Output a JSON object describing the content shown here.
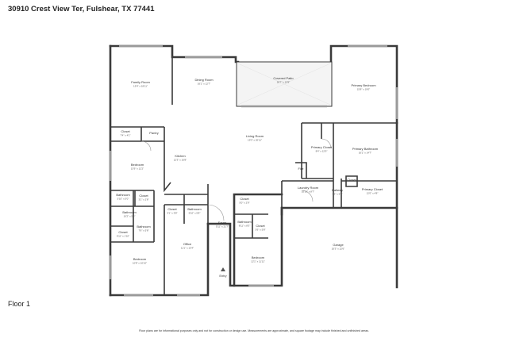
{
  "header": {
    "address": "30910 Crest View Ter, Fulshear, TX 77441"
  },
  "floor": {
    "label": "Floor 1"
  },
  "disclaimer": "Floor plans are for informational purposes only and not for construction or design use. Measurements are approximate, and square footage may include finished and unfinished areas.",
  "rooms": [
    {
      "key": "family-room",
      "name": "Family Room",
      "dims": "15'4\" x 18'11\""
    },
    {
      "key": "dining-room",
      "name": "Dining Room",
      "dims": "16'1\" x 12'7\""
    },
    {
      "key": "covered-patio",
      "name": "Covered Patio",
      "dims": "26'7\" x 13'9\""
    },
    {
      "key": "primary-bedroom",
      "name": "Primary Bedroom",
      "dims": "15'8\" x 19'0\""
    },
    {
      "key": "closet-1",
      "name": "Closet",
      "dims": "7'4\" x 4'1\""
    },
    {
      "key": "pantry",
      "name": "Pantry",
      "dims": ""
    },
    {
      "key": "living-room",
      "name": "Living Room",
      "dims": "19'3\" x 20'11\""
    },
    {
      "key": "primary-closet",
      "name": "Primary Closet",
      "dims": "8'4\" x 12'9\""
    },
    {
      "key": "primary-bathroom",
      "name": "Primary Bathroom",
      "dims": "16'1\" x 14'7\""
    },
    {
      "key": "bedroom-1",
      "name": "Bedroom",
      "dims": "13'9\" x 12'2\""
    },
    {
      "key": "kitchen",
      "name": "Kitchen",
      "dims": "12'3\" x 16'8\""
    },
    {
      "key": "fire",
      "name": "Fire",
      "dims": ""
    },
    {
      "key": "closet-2",
      "name": "Closet",
      "dims": ""
    },
    {
      "key": "laundry-room",
      "name": "Laundry Room",
      "dims": "10'10\" x 8'7\""
    },
    {
      "key": "primary-closet-2",
      "name": "Primary Closet",
      "dims": "12'0\" x 4'8\""
    },
    {
      "key": "hallway",
      "name": "Hallway",
      "dims": "4'3\" x 5'8\""
    },
    {
      "key": "bathroom-1",
      "name": "Bathroom",
      "dims": "5'10\" x 5'0\""
    },
    {
      "key": "closet-3",
      "name": "Closet",
      "dims": "3'1\" x 2'8\""
    },
    {
      "key": "bathroom-2",
      "name": "Bathroom",
      "dims": "10'2\" x 5'0\""
    },
    {
      "key": "closet-4",
      "name": "Closet",
      "dims": "3'1\" x 3'8\""
    },
    {
      "key": "bathroom-3",
      "name": "Bathroom",
      "dims": "5'10\" x 5'8\""
    },
    {
      "key": "closet-5",
      "name": "Closet",
      "dims": "5'0\" x 2'9\""
    },
    {
      "key": "bathroom-4",
      "name": "Bathroom",
      "dims": "7'6\" x 5'8\""
    },
    {
      "key": "foyer",
      "name": "Foyer",
      "dims": "5'11\" x 21'7\""
    },
    {
      "key": "closet-6",
      "name": "Closet",
      "dims": "6'11\" x 1'10\""
    },
    {
      "key": "bathroom-5",
      "name": "Bathroom",
      "dims": "8'11\" x 8'3\""
    },
    {
      "key": "closet-7",
      "name": "Closet",
      "dims": "3'6\" x 5'8\""
    },
    {
      "key": "garage",
      "name": "Garage",
      "dims": "20'3\" x 22'6\""
    },
    {
      "key": "office",
      "name": "Office",
      "dims": "11'1\" x 13'4\""
    },
    {
      "key": "bedroom-2",
      "name": "Bedroom",
      "dims": "10'8\" x 10'10\""
    },
    {
      "key": "bedroom-3",
      "name": "Bedroom",
      "dims": "12'1\" x 11'11\""
    },
    {
      "key": "entry",
      "name": "Entry",
      "dims": ""
    }
  ]
}
